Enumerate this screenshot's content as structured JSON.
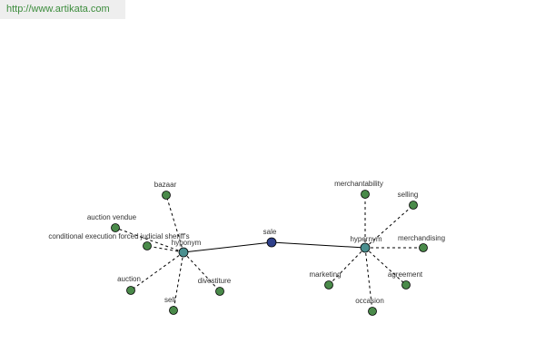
{
  "header": {
    "url": "http://www.artikata.com"
  },
  "colors": {
    "leaf": "#4a8a4a",
    "hub": "#4a8f8f",
    "center": "#2e3f8a"
  },
  "graph": {
    "center": {
      "id": "sale",
      "label": "sale"
    },
    "hubs": [
      {
        "id": "hyponym",
        "label": "hyponym"
      },
      {
        "id": "hypernym",
        "label": "hypernym"
      }
    ],
    "leaves": [
      {
        "id": "bazaar",
        "label": "bazaar",
        "hub": "hyponym"
      },
      {
        "id": "auction-vendue",
        "label": "auction vendue",
        "hub": "hyponym"
      },
      {
        "id": "conditional",
        "label": "conditional execution forced judicial sheriff's",
        "hub": "hyponym"
      },
      {
        "id": "auction",
        "label": "auction",
        "hub": "hyponym"
      },
      {
        "id": "sell",
        "label": "sell",
        "hub": "hyponym"
      },
      {
        "id": "divestiture",
        "label": "divestiture",
        "hub": "hyponym"
      },
      {
        "id": "merchantability",
        "label": "merchantability",
        "hub": "hypernym"
      },
      {
        "id": "selling",
        "label": "selling",
        "hub": "hypernym"
      },
      {
        "id": "merchandising",
        "label": "merchandising",
        "hub": "hypernym"
      },
      {
        "id": "marketing",
        "label": "marketing",
        "hub": "hypernym"
      },
      {
        "id": "agreement",
        "label": "agreement",
        "hub": "hypernym"
      },
      {
        "id": "occasion",
        "label": "occasion",
        "hub": "hypernym"
      }
    ]
  }
}
